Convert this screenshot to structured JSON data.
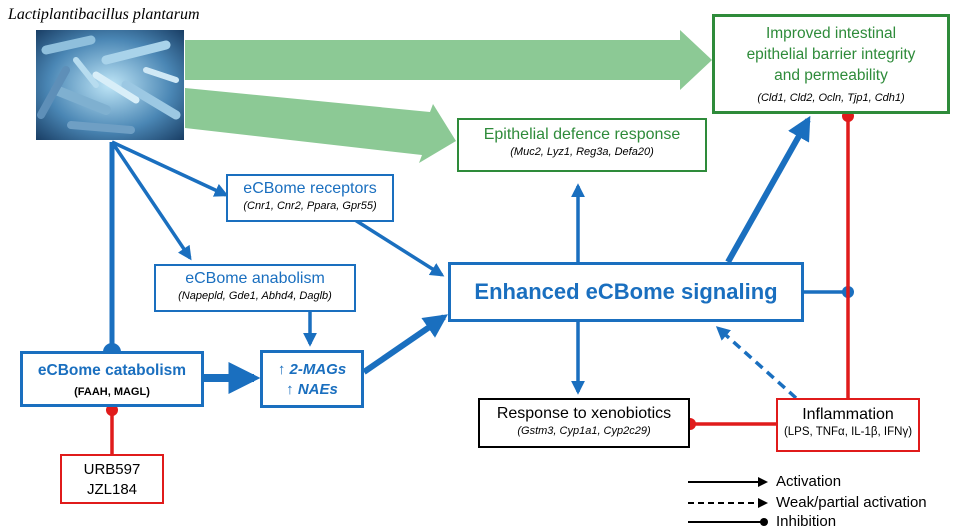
{
  "organism": {
    "name": "Lactiplantibacillus plantarum",
    "image_icon": "bacteria-micrograph-icon"
  },
  "nodes": {
    "barrier": {
      "title_line1": "Improved intestinal",
      "title_line2": "epithelial barrier integrity",
      "title_line3": "and permeability",
      "genes": "(Cld1, Cld2, Ocln, Tjp1, Cdh1)"
    },
    "defence": {
      "title": "Epithelial defence response",
      "genes": "(Muc2, Lyz1, Reg3a, Defa20)"
    },
    "receptors": {
      "title": "eCBome receptors",
      "genes": "(Cnr1, Cnr2, Ppara, Gpr55)"
    },
    "anabolism": {
      "title": "eCBome anabolism",
      "genes": "(Napepld, Gde1, Abhd4, Daglb)"
    },
    "signaling": {
      "title": "Enhanced eCBome signaling"
    },
    "catabolism": {
      "title": "eCBome catabolism",
      "enzymes": "(FAAH, MAGL)"
    },
    "mediators": {
      "line1": "↑ 2-MAGs",
      "line2": "↑ NAEs"
    },
    "xenobiotics": {
      "title": "Response to xenobiotics",
      "genes": "(Gstm3, Cyp1a1, Cyp2c29)"
    },
    "inflammation": {
      "title": "Inflammation",
      "factors": "(LPS, TNFα, IL-1β, IFNγ)"
    },
    "inhibitors": {
      "line1": "URB597",
      "line2": "JZL184"
    }
  },
  "legend": {
    "activation": "Activation",
    "weak_activation": "Weak/partial activation",
    "inhibition": "Inhibition"
  },
  "colors": {
    "blue": "#1a6fbf",
    "green": "#2e8b3a",
    "light_green_arrow": "#8cc995",
    "red": "#e01b1b",
    "black": "#000000"
  }
}
